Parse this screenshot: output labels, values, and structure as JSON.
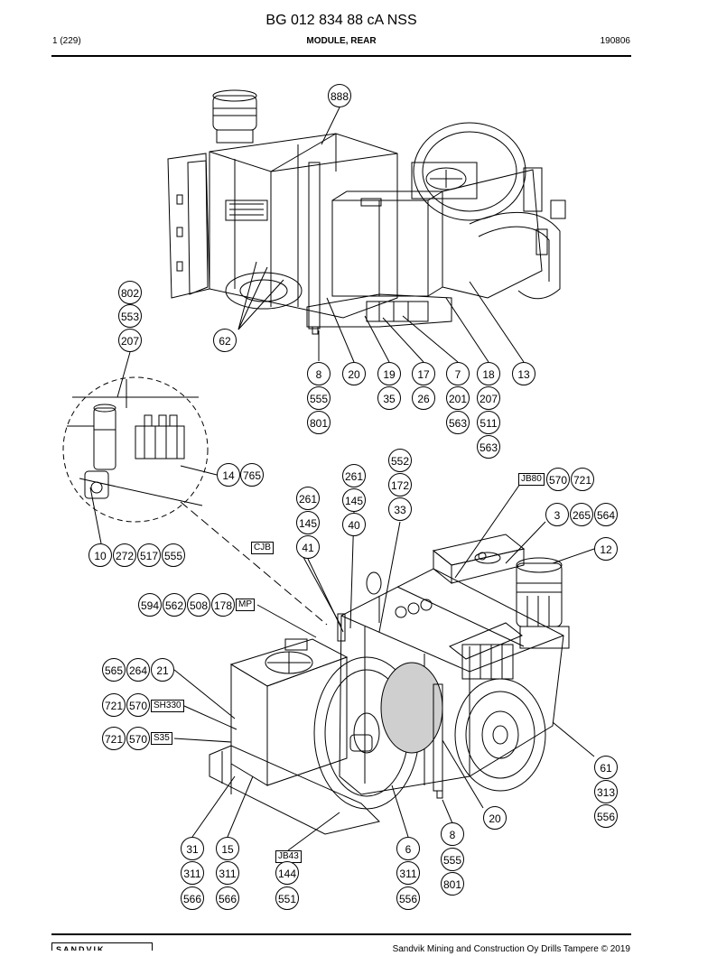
{
  "header": {
    "title": "BG 012 834 88 cA NSS",
    "page": "1 (229)",
    "subtitle": "MODULE, REAR",
    "date": "190806"
  },
  "callouts_top": [
    "888",
    "802",
    "553",
    "207",
    "62",
    "8",
    "555",
    "801",
    "20",
    "19",
    "35",
    "17",
    "26",
    "7",
    "201",
    "563",
    "18",
    "207",
    "511",
    "563",
    "13"
  ],
  "callouts_detail": [
    "14",
    "765",
    "10",
    "272",
    "517",
    "555"
  ],
  "callouts_bottom": [
    "552",
    "172",
    "33",
    "261",
    "145",
    "40",
    "261",
    "145",
    "41",
    "570",
    "721",
    "3",
    "265",
    "564",
    "12",
    "594",
    "562",
    "508",
    "178",
    "565",
    "264",
    "21",
    "721",
    "570",
    "721",
    "570",
    "61",
    "313",
    "556",
    "20",
    "8",
    "555",
    "801",
    "31",
    "311",
    "566",
    "15",
    "311",
    "566",
    "144",
    "551",
    "6",
    "311",
    "556"
  ],
  "tags": {
    "jb80": "JB80",
    "cjb": "CJB",
    "mp": "MP",
    "sh330": "SH330",
    "s35": "S35",
    "jb43": "JB43"
  },
  "footer": {
    "logo": "SANDVIK",
    "copyright": "Sandvik Mining and Construction Oy Drills Tampere © 2019"
  }
}
